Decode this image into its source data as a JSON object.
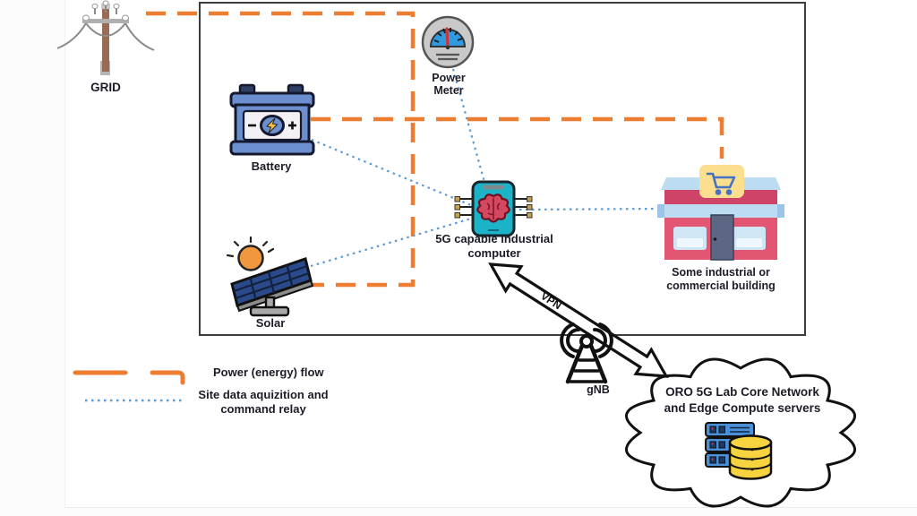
{
  "diagram": {
    "type": "system-architecture-diagram",
    "nodes": {
      "grid": {
        "label": "GRID",
        "icon": "utility-pole-icon"
      },
      "power_meter": {
        "label_line1": "Power",
        "label_line2": "Meter",
        "icon": "gauge-icon"
      },
      "battery": {
        "label": "Battery",
        "icon": "battery-icon"
      },
      "solar": {
        "label": "Solar",
        "icon": "solar-panel-icon"
      },
      "computer": {
        "label_line1": "5G capable industrial",
        "label_line2": "computer",
        "icon": "5g-brain-computer-icon"
      },
      "building": {
        "label_line1": "Some industrial or",
        "label_line2": "commercial building",
        "icon": "store-icon"
      },
      "gnb": {
        "label": "gNB",
        "icon": "antenna-tower-icon"
      },
      "cloud": {
        "label_line1": "ORO 5G Lab Core Network",
        "label_line2": "and Edge Compute servers",
        "icon": "server-database-icon"
      }
    },
    "vpn_label": "VPN",
    "legend": {
      "power_label": "Power (energy) flow",
      "data_label_line1": "Site data aquizition and",
      "data_label_line2": "command relay",
      "power_color": "#ED7D31",
      "data_color": "#5B9BD5"
    },
    "edges": {
      "power_flow_connects": [
        "GRID",
        "Battery",
        "Solar",
        "Power Meter",
        "Some industrial or commercial building"
      ],
      "data_relay_connects_to_computer": [
        "Battery",
        "Solar",
        "Power Meter",
        "Some industrial or commercial building"
      ],
      "vpn_path": [
        "5G capable industrial computer",
        "gNB",
        "ORO 5G Lab Core Network and Edge Compute servers"
      ]
    }
  }
}
